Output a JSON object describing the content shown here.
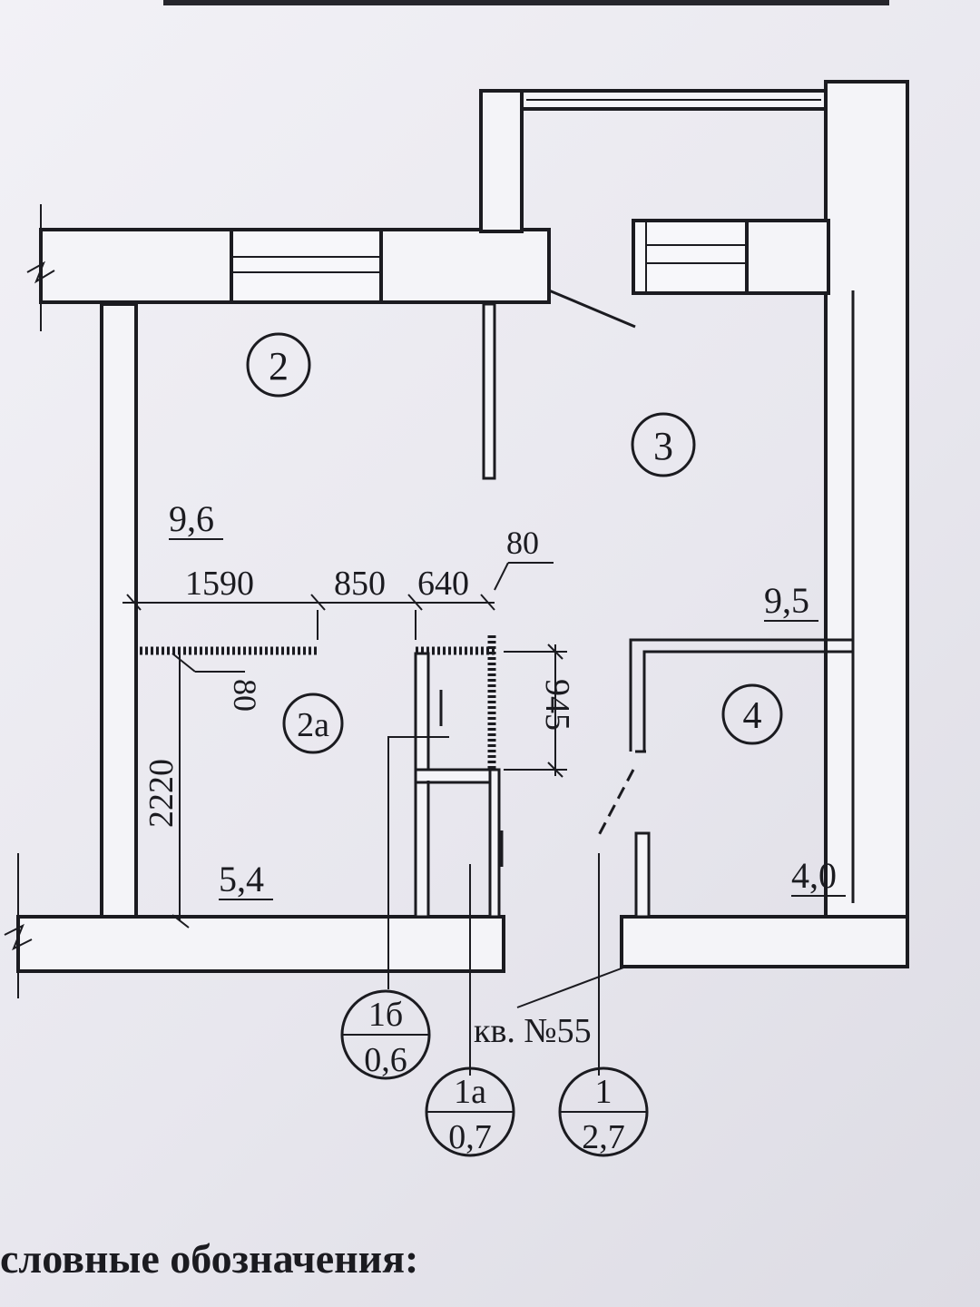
{
  "rooms": [
    {
      "id": "room-2",
      "label": "2"
    },
    {
      "id": "room-3",
      "label": "3"
    },
    {
      "id": "room-2a",
      "label": "2а"
    },
    {
      "id": "room-4",
      "label": "4"
    }
  ],
  "areas": {
    "room2": "9,6",
    "room3": "9,5",
    "room2a": "5,4",
    "room4": "4,0"
  },
  "dimensions": {
    "d1590": "1590",
    "d850": "850",
    "d640": "640",
    "d80_top": "80",
    "d80_side": "80",
    "d945": "945",
    "d2220": "2220"
  },
  "callouts": [
    {
      "id": "callout-1b",
      "top": "1б",
      "bottom": "0,6"
    },
    {
      "id": "callout-1a",
      "top": "1а",
      "bottom": "0,7"
    },
    {
      "id": "callout-1",
      "top": "1",
      "bottom": "2,7"
    }
  ],
  "apartment_label": "кв. №55",
  "legend_title": "словные обозначения:"
}
